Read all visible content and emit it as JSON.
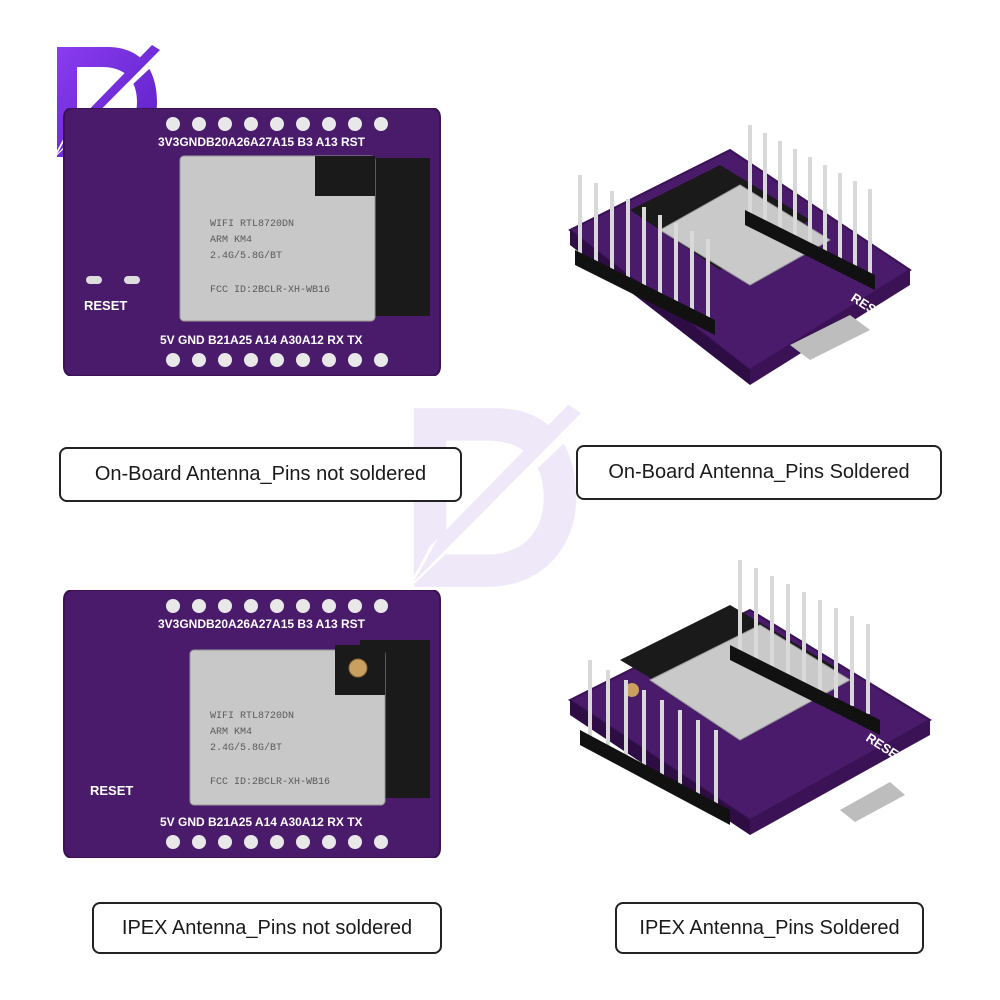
{
  "brand": {
    "logo_letter": "D",
    "accent": "#7b2fe3",
    "accent_light": "#c9a8f5"
  },
  "board": {
    "pcb_color": "#4a1a6b",
    "pcb_edge": "#3a1255",
    "top_pins_label": "3V3GNDB20A26A27A15 B3 A13 RST",
    "bottom_pins_label": "5V GND B21A25 A14 A30A12 RX TX",
    "reset_label": "RESET",
    "shield_lines": [
      "WIFI RTL8720DN",
      "ARM KM4",
      "2.4G/5.8G/BT",
      "FCC ID:2BCLR-XH-WB16"
    ]
  },
  "captions": [
    {
      "text": "On-Board Antenna_Pins not soldered"
    },
    {
      "text": "On-Board Antenna_Pins Soldered"
    },
    {
      "text": "IPEX Antenna_Pins not soldered"
    },
    {
      "text": "IPEX Antenna_Pins Soldered"
    }
  ]
}
